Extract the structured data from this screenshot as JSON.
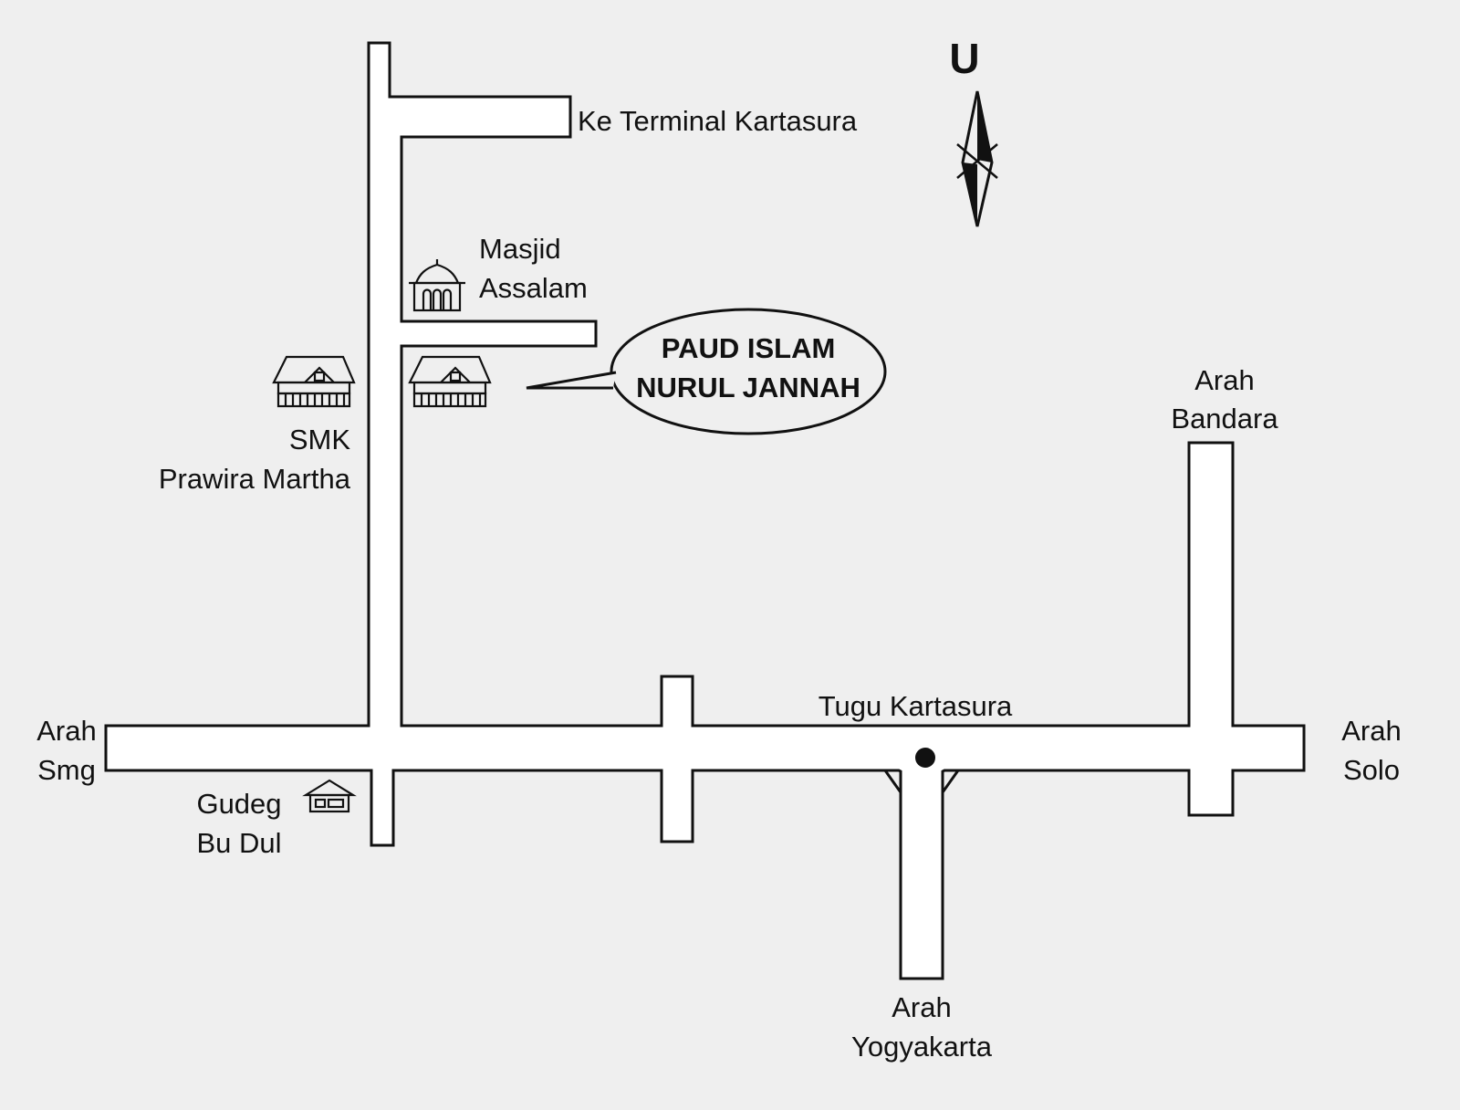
{
  "map": {
    "north_label": "U",
    "callout": {
      "line1": "PAUD ISLAM",
      "line2": "NURUL JANNAH"
    },
    "labels": {
      "ke_terminal": "Ke Terminal Kartasura",
      "masjid_line1": "Masjid",
      "masjid_line2": "Assalam",
      "smk_line1": "SMK",
      "smk_line2": "Prawira Martha",
      "arah_bandara_line1": "Arah",
      "arah_bandara_line2": "Bandara",
      "arah_smg_line1": "Arah",
      "arah_smg_line2": "Smg",
      "arah_solo_line1": "Arah",
      "arah_solo_line2": "Solo",
      "tugu": "Tugu Kartasura",
      "gudeg_line1": "Gudeg",
      "gudeg_line2": "Bu Dul",
      "arah_yogya_line1": "Arah",
      "arah_yogya_line2": "Yogyakarta"
    },
    "icons": [
      "mosque-icon",
      "school-building-icon",
      "paud-building-icon",
      "restaurant-house-icon",
      "compass-icon",
      "monument-dot-icon"
    ],
    "colors": {
      "background": "#efefef",
      "ink": "#111111",
      "road_fill": "#ffffff"
    }
  }
}
